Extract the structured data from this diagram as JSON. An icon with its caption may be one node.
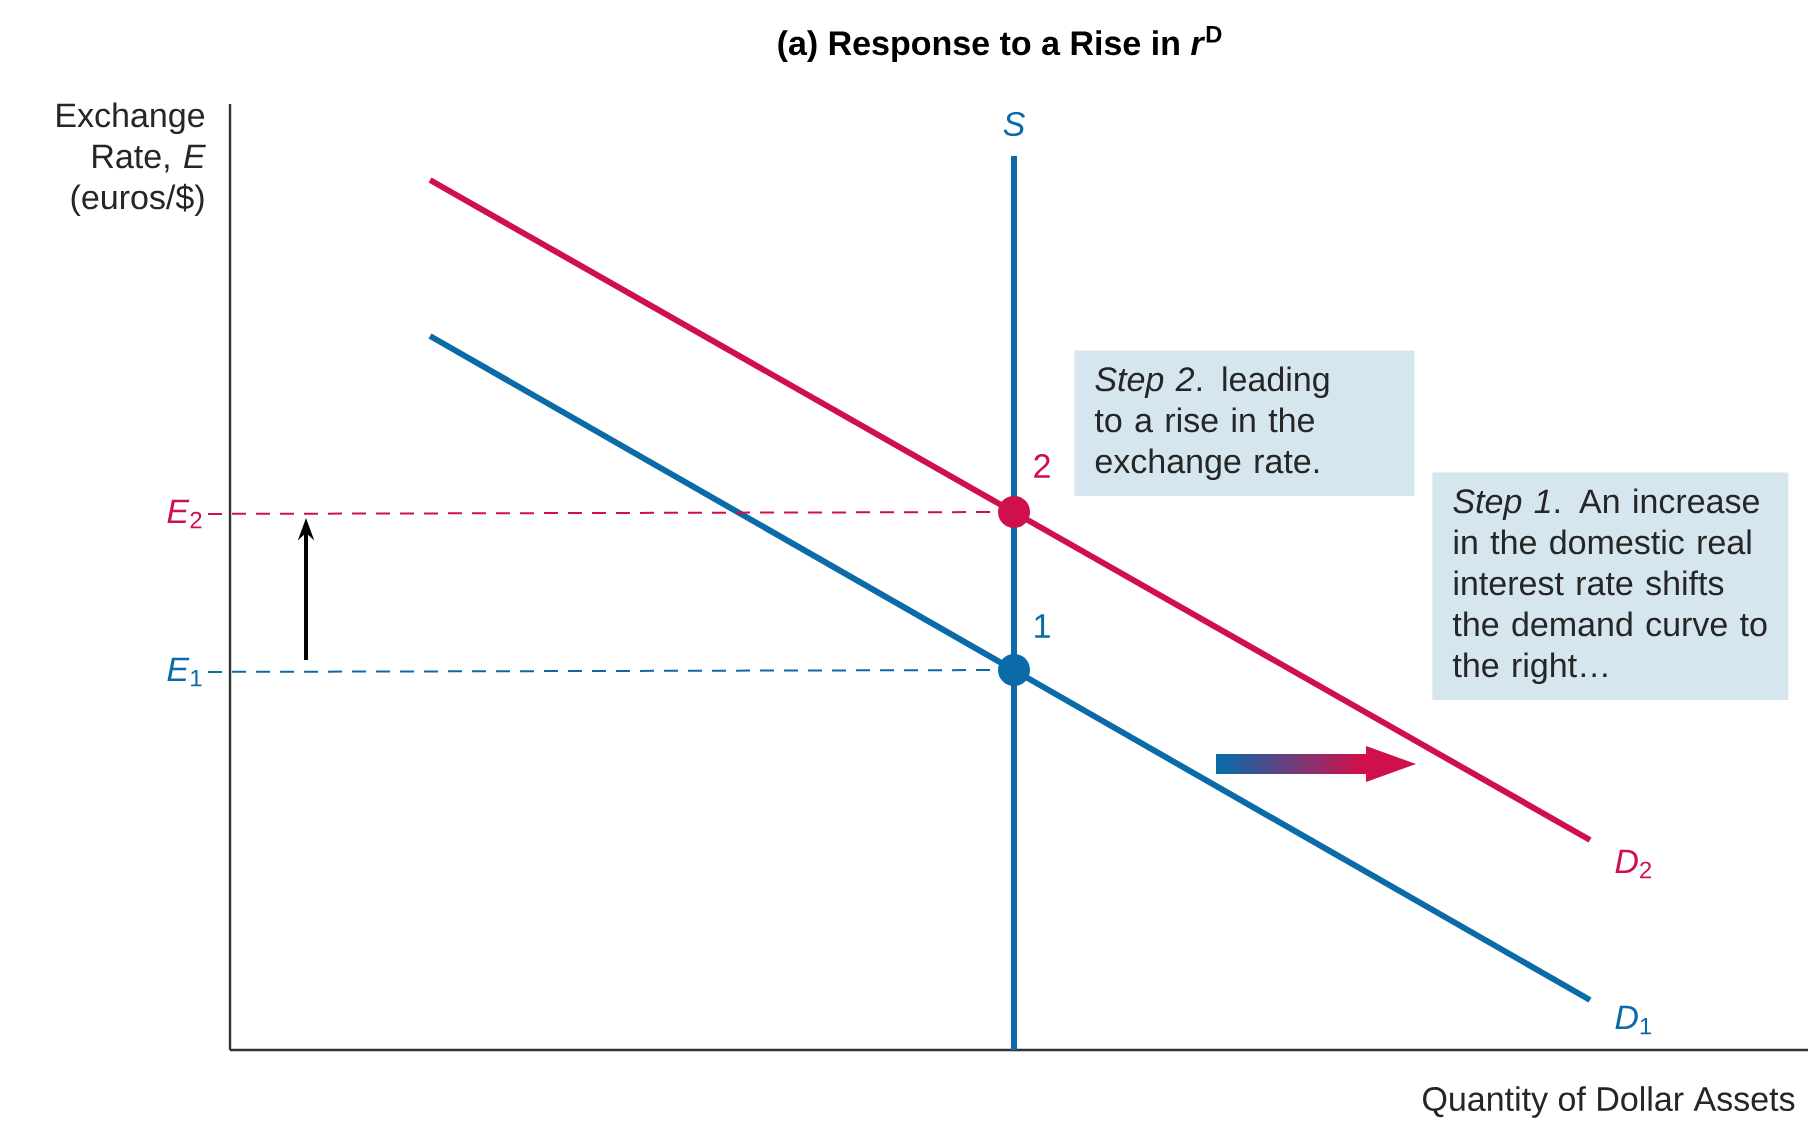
{
  "diagram": {
    "title": "(a) Response to a Rise in *r*$^{D}$",
    "nodes": [
      {
        "text": [
          "*Step 2*. leading to a rise in the exchange rate."
        ]
      },
      {
        "text": [],
        "shape": "circle",
        "beside": [
          "2"
        ]
      },
      {
        "text": [
          "*Step 1*. An increase in the domestic real interest rate shifts the demand curve to the right…"
        ]
      },
      {
        "text": [
          "*E*$_{2}$"
        ]
      },
      {
        "text": [],
        "shape": "circle",
        "beside": [
          "1"
        ]
      },
      {
        "text": [
          "*E*$_{1}$"
        ]
      }
    ],
    "edges": [
      {
        "from": 3,
        "to": 1,
        "arrow": "none",
        "style": "dashed",
        "color": "#d0104c"
      },
      {
        "from": 5,
        "to": 4,
        "arrow": "none",
        "style": "dashed",
        "color": "#0b6aa8"
      }
    ],
    "labels": [
      "Exchange Rate, *E* (euros/$)",
      "*S*",
      "*D*$_{2}$",
      "*D*$_{1}$",
      "Quantity of Dollar Assets"
    ]
  }
}
